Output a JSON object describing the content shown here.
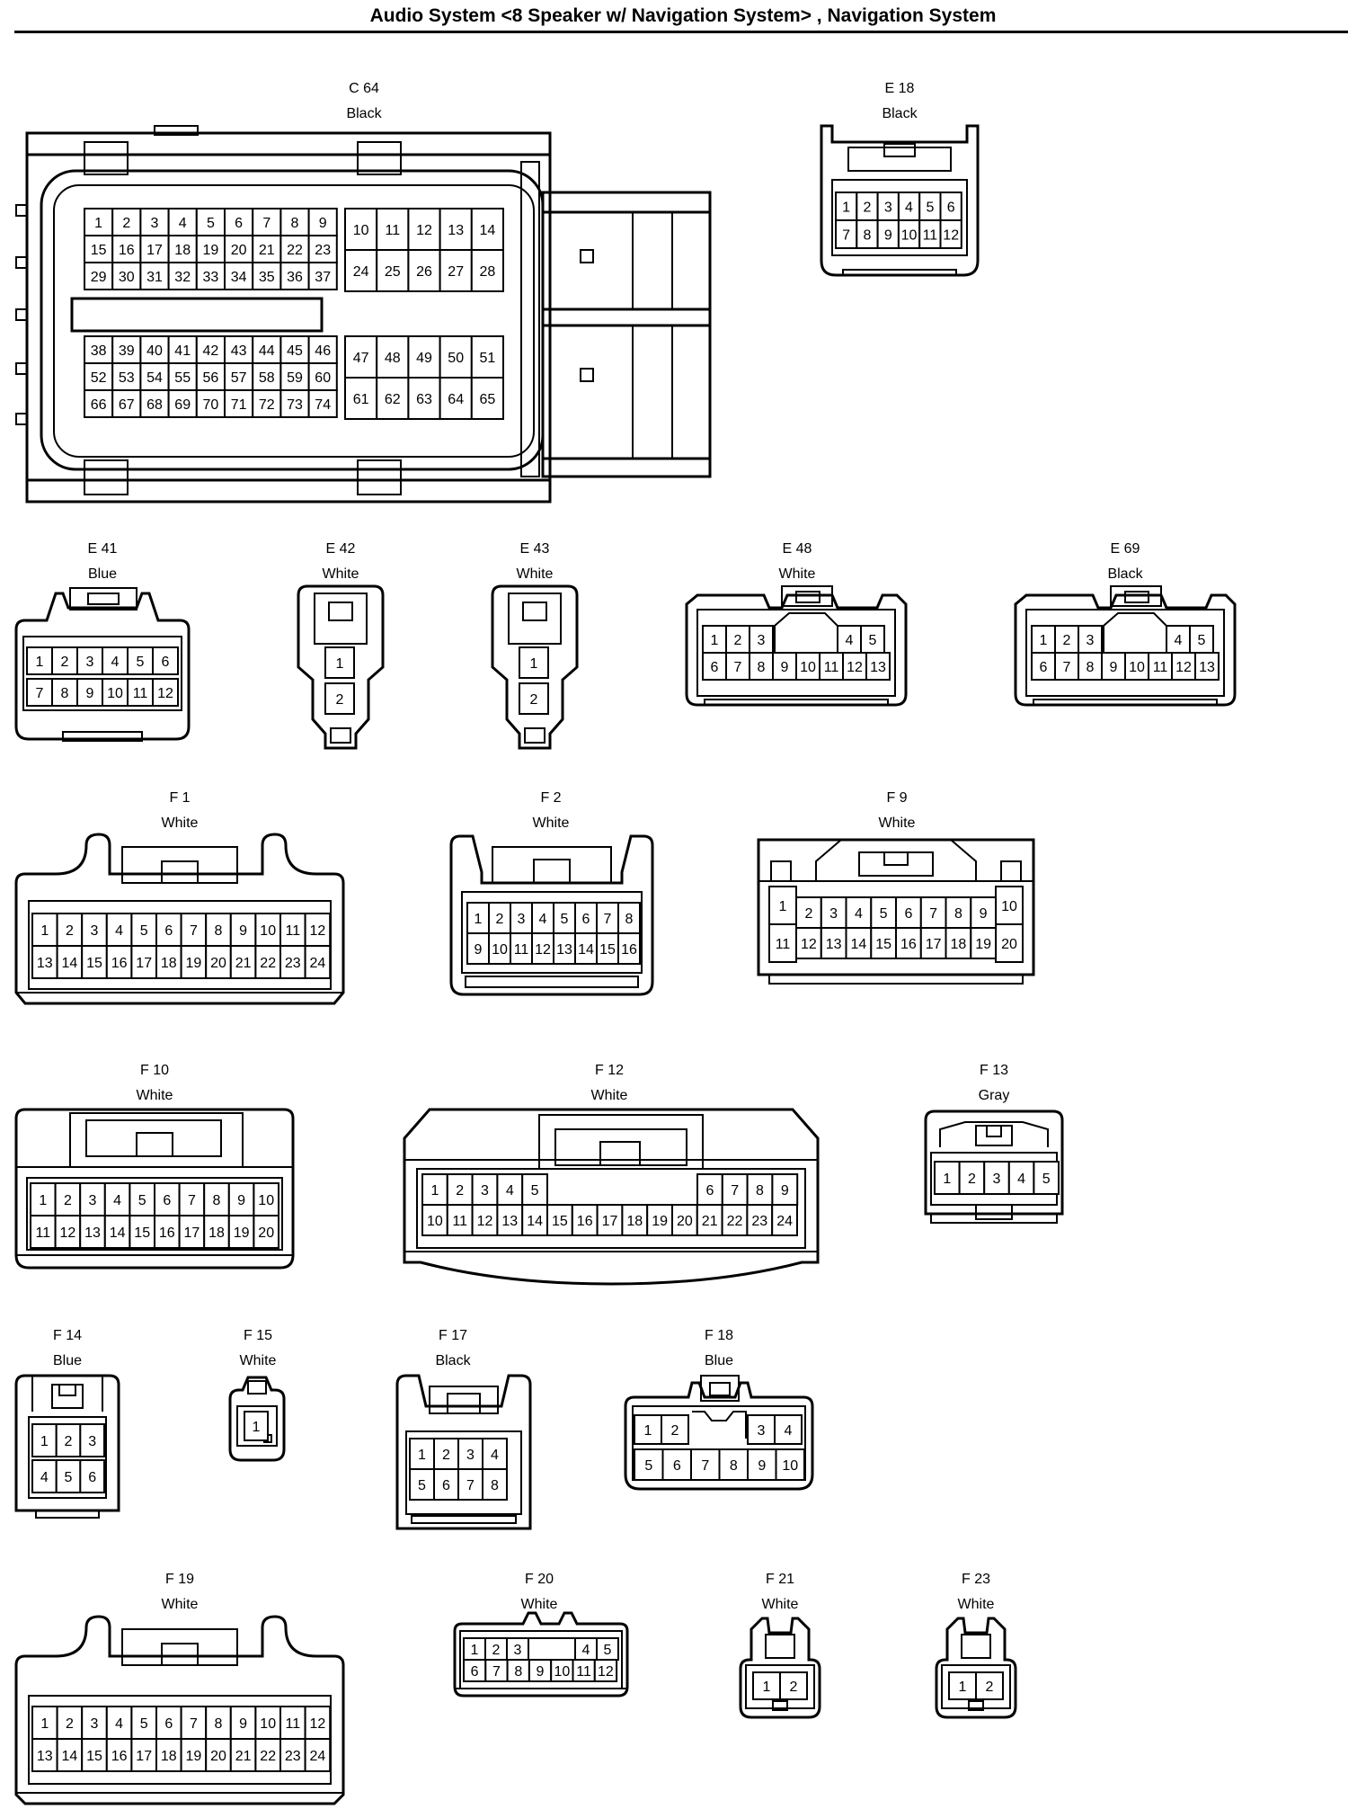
{
  "page": {
    "title": "Audio System <8 Speaker w/ Navigation System> , Navigation System"
  },
  "connectors": [
    {
      "id": "C 64",
      "color": "Black"
    },
    {
      "id": "E 18",
      "color": "Black"
    },
    {
      "id": "E 41",
      "color": "Blue"
    },
    {
      "id": "E 42",
      "color": "White"
    },
    {
      "id": "E 43",
      "color": "White"
    },
    {
      "id": "E 48",
      "color": "White"
    },
    {
      "id": "E 69",
      "color": "Black"
    },
    {
      "id": "F 1",
      "color": "White"
    },
    {
      "id": "F 2",
      "color": "White"
    },
    {
      "id": "F 9",
      "color": "White"
    },
    {
      "id": "F 10",
      "color": "White"
    },
    {
      "id": "F 12",
      "color": "White"
    },
    {
      "id": "F 13",
      "color": "Gray"
    },
    {
      "id": "F 14",
      "color": "Blue"
    },
    {
      "id": "F 15",
      "color": "White"
    },
    {
      "id": "F 17",
      "color": "Black"
    },
    {
      "id": "F 18",
      "color": "Blue"
    },
    {
      "id": "F 19",
      "color": "White"
    },
    {
      "id": "F 20",
      "color": "White"
    },
    {
      "id": "F 21",
      "color": "White"
    },
    {
      "id": "F 23",
      "color": "White"
    }
  ]
}
